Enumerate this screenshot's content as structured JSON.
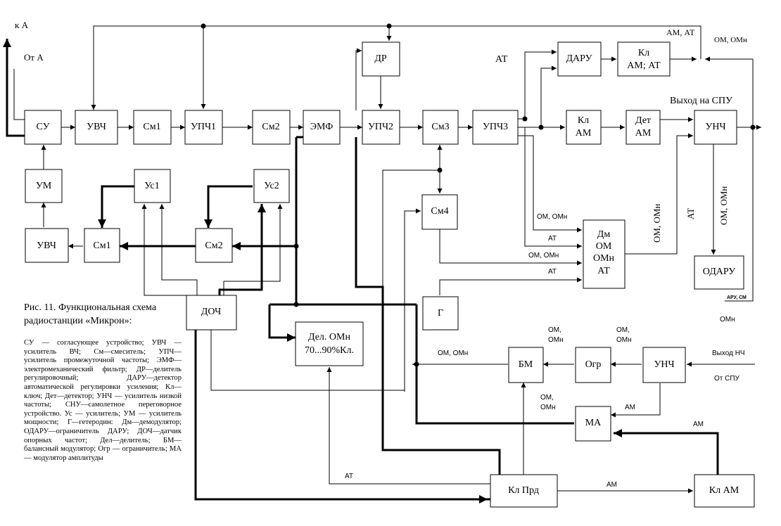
{
  "blocks": {
    "su": "СУ",
    "uvch": "УВЧ",
    "sm1": "См1",
    "upch1": "УПЧ1",
    "sm2": "См2",
    "emf": "ЭМФ",
    "upch2": "УПЧ2",
    "sm3": "См3",
    "upch3": "УПЧ3",
    "dr": "ДР",
    "daru": "ДАРУ",
    "kl_am_at_1": "Кл",
    "kl_am_at_2": "АМ; АТ",
    "kl_am_1": "Кл",
    "kl_am_2": "АМ",
    "det_am_1": "Дет",
    "det_am_2": "АМ",
    "unch_top": "УНЧ",
    "um": "УМ",
    "us1": "Ус1",
    "us2": "Ус2",
    "uvch_tx": "УВЧ",
    "sm1_tx": "См1",
    "sm2_tx": "См2",
    "sm4": "См4",
    "dm_1": "Дм",
    "dm_2": "ОМ",
    "dm_3": "ОМн",
    "dm_4": "АТ",
    "odaru": "ОДАРУ",
    "doch": "ДОЧ",
    "g": "Г",
    "del_1": "Дел. ОМн",
    "del_2": "70...90%Кл.",
    "bm": "БМ",
    "ogr": "Огр",
    "unch_bottom": "УНЧ",
    "ma": "МА",
    "kl_prd": "Кл Прд",
    "kl_am_bottom": "Кл АМ"
  },
  "labels": {
    "to_a": "к А",
    "from_a": "От А",
    "am_at": "АМ, АТ",
    "om_omn_top": "ОМ, ОМн",
    "at_top": "АТ",
    "output_spu": "Выход на  СПУ",
    "om_omn_dm1": "ОМ, ОМн",
    "at_dm1": "АТ",
    "om_omn_dm2": "ОМ, ОМн",
    "at_dm2": "АТ",
    "om_omn_rot": "ОМ, ОМн",
    "at_rot": "АТ",
    "om_omn_rot2": "ОМ, ОМн",
    "aru_sm": "АРУ, СМ",
    "omn_right": "ОМн",
    "om_omn_bm_1": "ОМ, ОМн",
    "om_bm_1": "ОМ,",
    "om_bm_2": "ОМн",
    "om_ogr_1": "ОМ,",
    "om_ogr_2": "ОМн",
    "vyhod_nch": "Выход НЧ",
    "ot_spu": "От СПУ",
    "om_ma_1": "ОМ,",
    "om_ma_2": "ОМн",
    "am_unch": "АМ",
    "am_klam": "АМ",
    "at_bottom": "АТ",
    "am_bottom": "АМ"
  },
  "caption": {
    "title": "Рис. 11. Функциональная схема радиостанции «Микрон»:",
    "legend": "СУ — согласующее устройство; УВЧ — усилитель ВЧ; См—смеситель; УПЧ— усилитель промежуточной частоты; ЭМФ—электромеханический фильтр; ДР—делитель регулировочный; ДАРУ—детектор автоматической регулировки усиления; Кл—ключ; Дет—детектор; УНЧ — усилитель низкой частоты; СНУ—самолетное переговорное устройство. Ус — усилитель; УМ — усилитель мощности; Г—гетеродин: Дм—демодулятор; ОДАРУ—ограничитель ДАРУ; ДОЧ—датчик опорных частот; Дел—делитель; БМ—балансный модулятор; Огр — ограничитель; МА— модулятор амплитуды"
  }
}
